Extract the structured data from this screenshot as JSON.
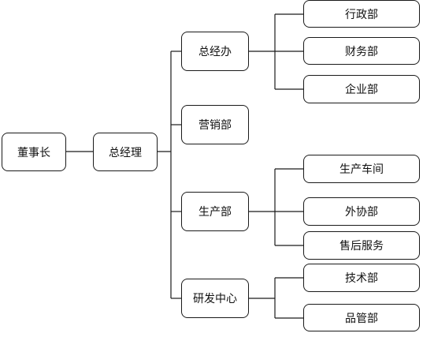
{
  "org": {
    "chairman": "董事长",
    "general_manager": "总经理",
    "departments": [
      {
        "name": "总经办",
        "children": [
          "行政部",
          "财务部",
          "企业部"
        ]
      },
      {
        "name": "营销部",
        "children": []
      },
      {
        "name": "生产部",
        "children": [
          "生产车间",
          "外协部",
          "售后服务"
        ]
      },
      {
        "name": "研发中心",
        "children": [
          "技术部",
          "品管部"
        ]
      }
    ]
  }
}
